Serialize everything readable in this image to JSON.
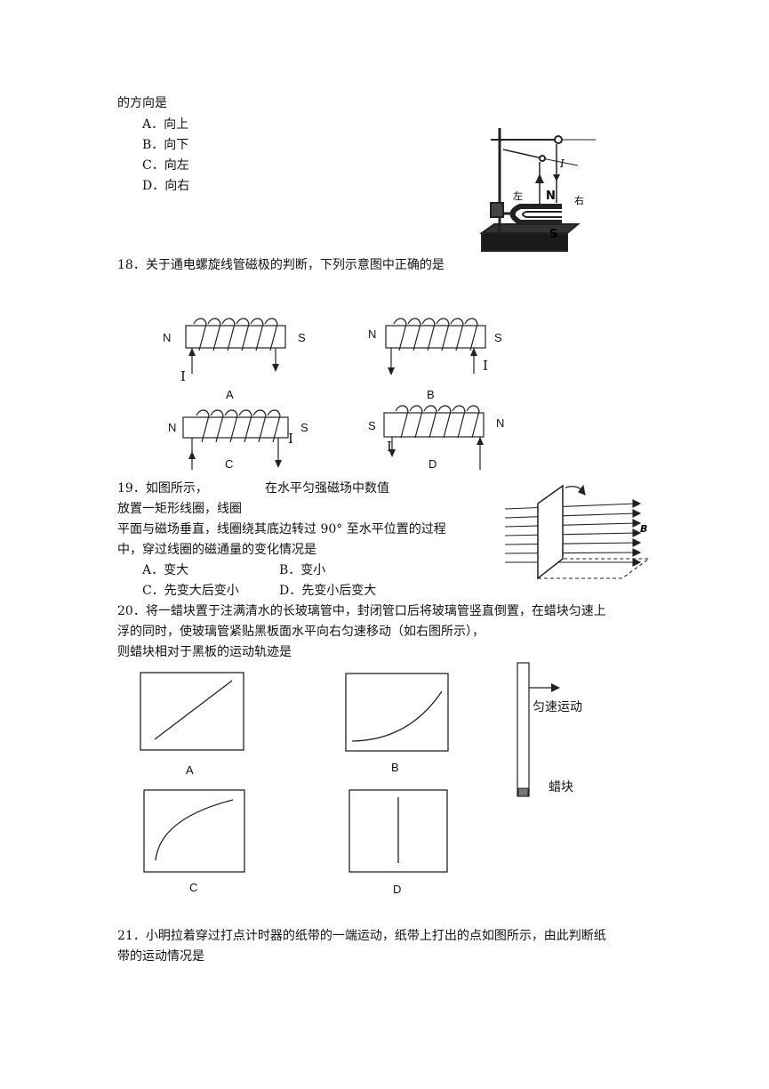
{
  "q17": {
    "stem_tail": "的方向是",
    "options": [
      "A．向上",
      "B．向下",
      "C．向左",
      "D．向右"
    ],
    "figure_labels": {
      "left": "左",
      "right": "右",
      "n": "N",
      "s": "S",
      "current": "I"
    }
  },
  "q18": {
    "stem": "18．关于通电螺旋线管磁极的判断，下列示意图中正确的是",
    "diagrams": [
      {
        "option": "A",
        "left_pole": "N",
        "right_pole": "S",
        "current": "I"
      },
      {
        "option": "B",
        "left_pole": "N",
        "right_pole": "S",
        "current": "I"
      },
      {
        "option": "C",
        "left_pole": "N",
        "right_pole": "S",
        "current": "I"
      },
      {
        "option": "D",
        "left_pole": "S",
        "right_pole": "N",
        "current": "I"
      }
    ]
  },
  "q19": {
    "line1a": "19．如图所示，",
    "line1b": "在水平匀强磁场中数值",
    "line2": "放置一矩形线圈，线圈",
    "line3": "平面与磁场垂直，线圈绕其底边转过 90° 至水平位置的过程",
    "line4": "中，穿过线圈的磁通量的变化情况是",
    "options": [
      "A．变大",
      "B．变小",
      "C．先变大后变小",
      "D．先变小后变大"
    ],
    "field_label": "B"
  },
  "q20": {
    "line1": "20．将一蜡块置于注满清水的长玻璃管中，封闭管口后将玻璃管竖直倒置，在蜡块匀速上",
    "line2": "浮的同时，使玻璃管紧贴黑板面水平向右匀速移动（如右图所示），",
    "line3": "则蜡块相对于黑板的运动轨迹是",
    "option_labels": [
      "A",
      "B",
      "C",
      "D"
    ],
    "tube_motion_label": "匀速运动",
    "wax_label": "蜡块"
  },
  "q21": {
    "line1": "21．小明拉着穿过打点计时器的纸带的一端运动，纸带上打出的点如图所示，由此判断纸",
    "line2": "带的运动情况是"
  }
}
